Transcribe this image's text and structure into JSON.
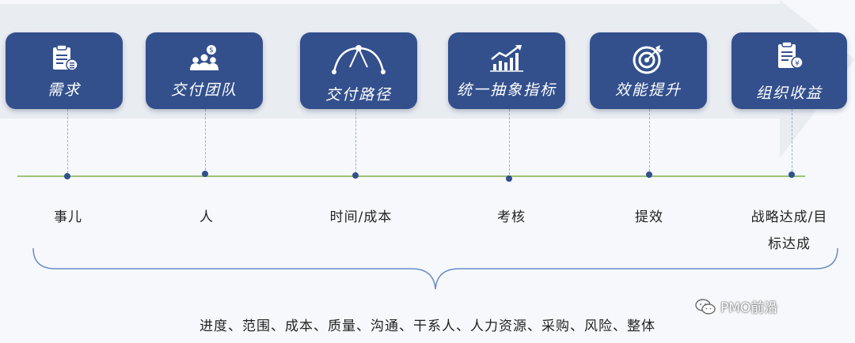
{
  "steps": [
    {
      "label": "需求",
      "icon": "clipboard-icon",
      "item": "事儿"
    },
    {
      "label": "交付团队",
      "icon": "team-icon",
      "item": "人"
    },
    {
      "label": "交付路径",
      "icon": "path-icon",
      "item": "时间/成本"
    },
    {
      "label": "统一抽象指标",
      "icon": "growth-chart-icon",
      "item": "考核"
    },
    {
      "label": "效能提升",
      "icon": "target-icon",
      "item": "提效"
    },
    {
      "label": "组织收益",
      "icon": "invoice-icon",
      "item_line1": "战略达成/目",
      "item_line2": "标达成"
    }
  ],
  "scope_text": "进度、范围、成本、质量、沟通、干系人、人力资源、采购、风险、整体",
  "watermark": "PMO前沿",
  "colors": {
    "card": "#33508d",
    "timeline": "#9cc274",
    "connector": "#8fb1db",
    "band": "#e9ecf1"
  }
}
